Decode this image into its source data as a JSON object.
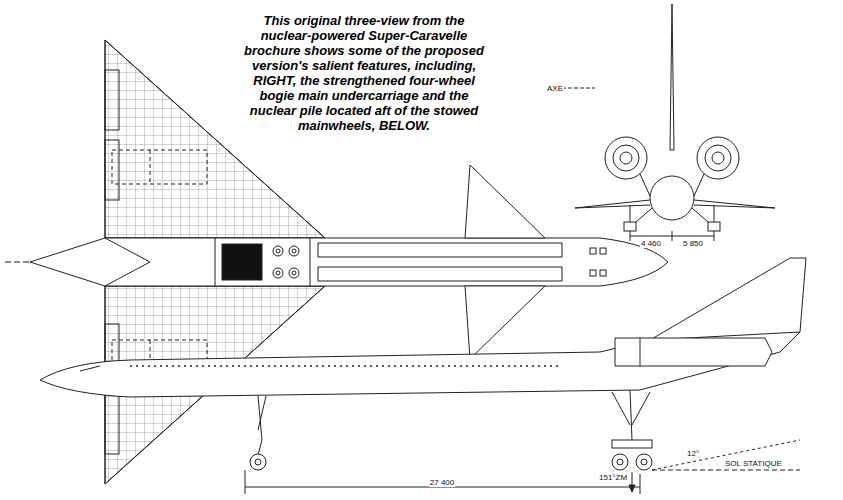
{
  "diagram": {
    "caption": "This original three-view from the nuclear-powered Super-Caravelle brochure shows some of the proposed version's salient features, including, RIGHT, the strengthened four-wheel bogie main undercarriage and the nuclear pile located aft of the stowed mainwheels, BELOW.",
    "labels": [
      "AXE",
      "4 460",
      "5 850",
      "27 400",
      "151°ZM",
      "12°",
      "SOL STATIQUE"
    ]
  }
}
